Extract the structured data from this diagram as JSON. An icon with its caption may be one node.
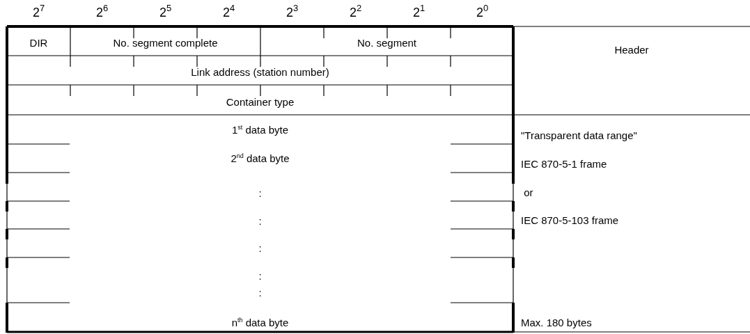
{
  "diagram": {
    "labels": [
      "2$^{7}$",
      "2$^{6}$",
      "2$^{5}$",
      "2$^{4}$",
      "2$^{3}$",
      "2$^{2}$",
      "2$^{1}$",
      "2$^{0}$",
      "DIR",
      "No. segment complete",
      "No. segment",
      "Header",
      "Link address (station number)",
      "Container type",
      "1$^{st}$ data byte",
      "\"Transparent data range\"",
      "2$^{nd}$ data byte",
      "IEC 870-5-1 frame",
      ":",
      " or",
      ":",
      "IEC 870-5-103 frame",
      ":",
      ":",
      ":",
      "n$^{th}$ data byte",
      "Max. 180 bytes"
    ]
  }
}
